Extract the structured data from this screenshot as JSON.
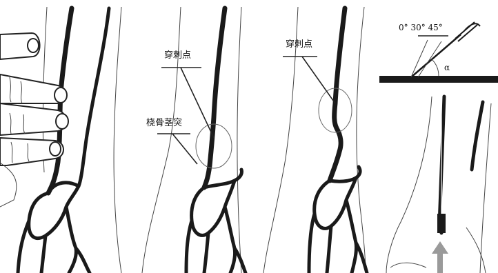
{
  "labels": {
    "puncture_point_2": "穿刺点",
    "styloid_process": "桡骨茎突",
    "puncture_point_3": "穿刺点",
    "angles": "0° 30° 45°",
    "alpha": "α"
  },
  "colors": {
    "ink": "#1a1a1a",
    "skin_outline": "#444444",
    "arrow": "#9a9a9a"
  }
}
